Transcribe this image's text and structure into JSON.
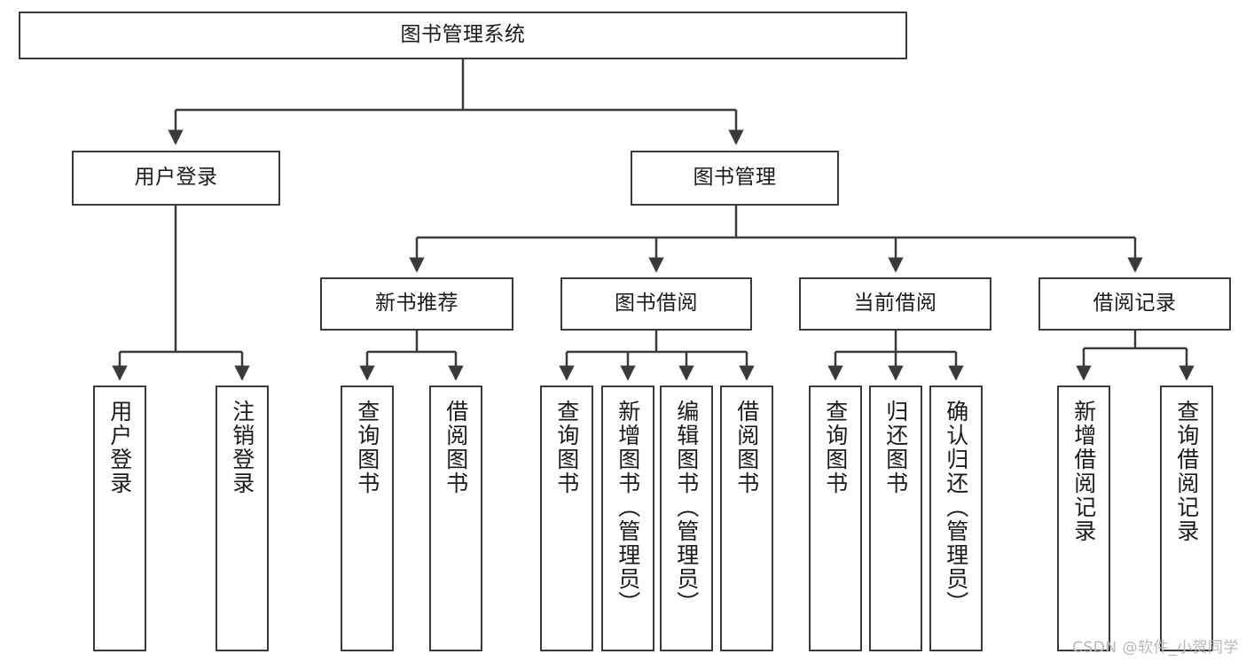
{
  "meta": {
    "watermark": "CSDN @软件_小贺同学",
    "line_color": "#3a3a3a",
    "box_fill": "#ffffff",
    "text_color": "#1a1a1a",
    "watermark_color": "#b8b8b8"
  },
  "chart_data": {
    "type": "diagram",
    "title": "图书管理系统",
    "orientation": "top-down tree"
  },
  "nodes": {
    "root": {
      "label": "图书管理系统"
    },
    "level2": [
      {
        "label": "用户登录"
      },
      {
        "label": "图书管理"
      }
    ],
    "level3": [
      {
        "label": "新书推荐"
      },
      {
        "label": "图书借阅"
      },
      {
        "label": "当前借阅"
      },
      {
        "label": "借阅记录"
      }
    ],
    "leaves": {
      "user_login": [
        {
          "label": "用户登录"
        },
        {
          "label": "注销登录"
        }
      ],
      "new_book": [
        {
          "label": "查询图书"
        },
        {
          "label": "借阅图书"
        }
      ],
      "book_borrow": [
        {
          "label": "查询图书"
        },
        {
          "label": "新增图书（管理员）"
        },
        {
          "label": "编辑图书（管理员）"
        },
        {
          "label": "借阅图书"
        }
      ],
      "current_borrow": [
        {
          "label": "查询图书"
        },
        {
          "label": "归还图书"
        },
        {
          "label": "确认归还（管理员）"
        }
      ],
      "borrow_record": [
        {
          "label": "新增借阅记录"
        },
        {
          "label": "查询借阅记录"
        }
      ]
    }
  }
}
